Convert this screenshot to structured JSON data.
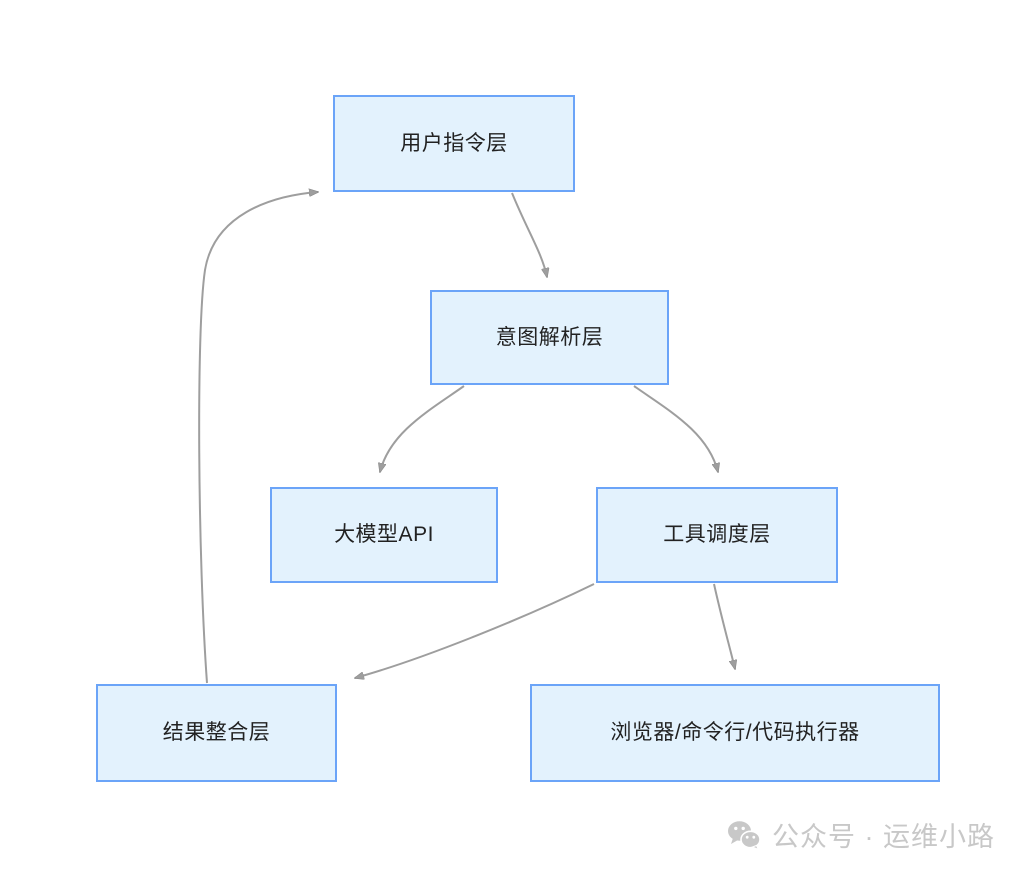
{
  "diagram": {
    "type": "flowchart",
    "nodes": [
      {
        "id": "user",
        "label": "用户指令层"
      },
      {
        "id": "intent",
        "label": "意图解析层"
      },
      {
        "id": "llm",
        "label": "大模型API"
      },
      {
        "id": "tool",
        "label": "工具调度层"
      },
      {
        "id": "result",
        "label": "结果整合层"
      },
      {
        "id": "executor",
        "label": "浏览器/命令行/代码执行器"
      }
    ],
    "edges": [
      {
        "from": "user",
        "to": "intent",
        "style": "curved-arrow"
      },
      {
        "from": "intent",
        "to": "llm",
        "style": "curved-arrow"
      },
      {
        "from": "intent",
        "to": "tool",
        "style": "curved-arrow"
      },
      {
        "from": "tool",
        "to": "result",
        "style": "curved-arrow"
      },
      {
        "from": "tool",
        "to": "executor",
        "style": "curved-arrow"
      },
      {
        "from": "result",
        "to": "user",
        "style": "curved-arrow-feedback"
      }
    ],
    "colors": {
      "node_fill": "#e3f2fd",
      "node_border": "#6ba4f8",
      "node_text": "#222222",
      "edge": "#9e9e9e",
      "background": "#ffffff",
      "watermark": "#c8c8c8"
    }
  },
  "watermark": {
    "icon": "wechat-icon",
    "text": "公众号 · 运维小路"
  }
}
